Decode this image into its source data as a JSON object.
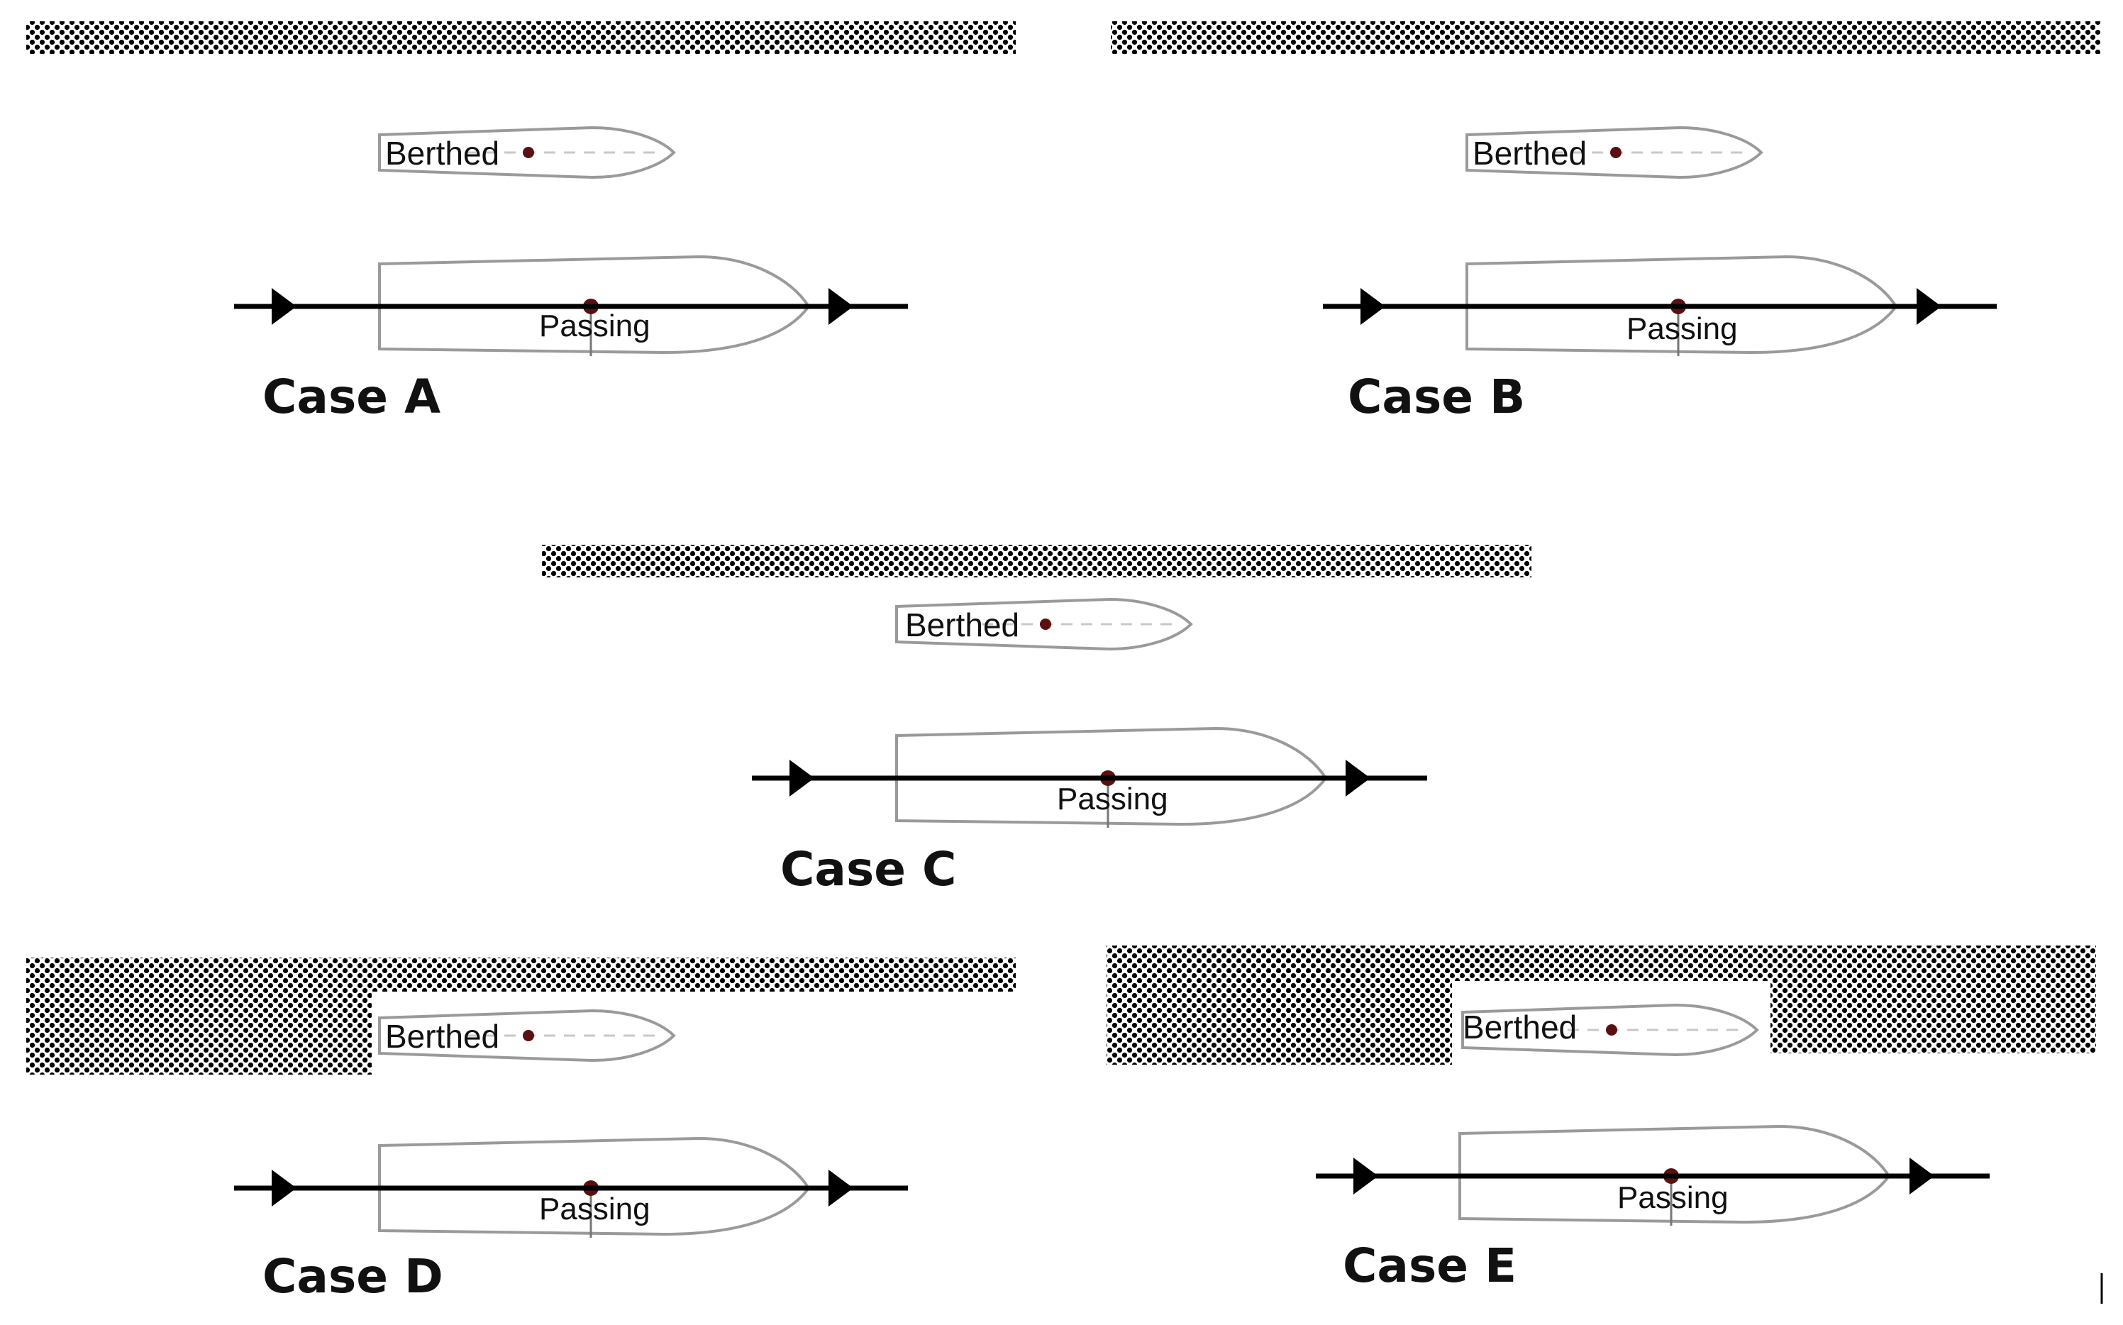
{
  "labels": {
    "berthed": "Berthed",
    "passing": "Passing"
  },
  "cases": [
    {
      "id": "a",
      "label": "Case A"
    },
    {
      "id": "b",
      "label": "Case B"
    },
    {
      "id": "c",
      "label": "Case C"
    },
    {
      "id": "d",
      "label": "Case D"
    },
    {
      "id": "e",
      "label": "Case E"
    }
  ],
  "colors": {
    "hatch": "#000000",
    "hull_outline": "#9a9a9a",
    "center_dot": "#5a1010",
    "track": "#000000"
  }
}
